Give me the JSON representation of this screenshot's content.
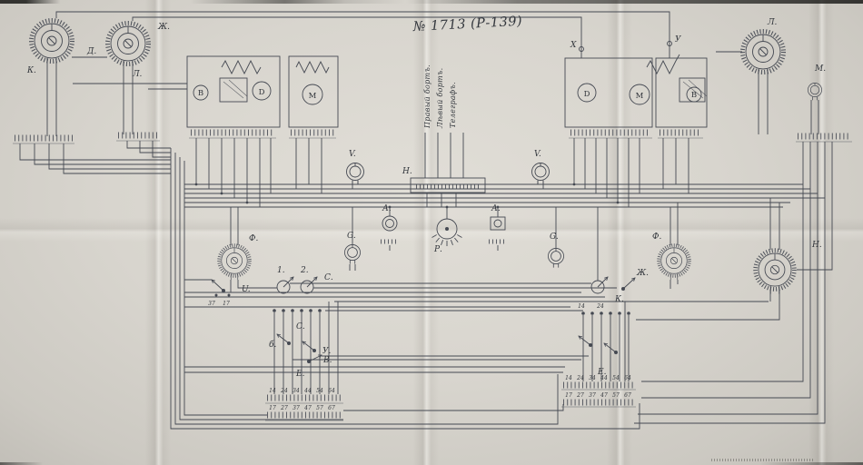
{
  "title": "№ 1713 (Р-139)",
  "notes": {
    "right_board": "Правый бортъ.",
    "left_board": "Лѣвый бортъ.",
    "telegraph": "Телеграфъ."
  },
  "labels": {
    "k1": "К.",
    "l1": "Л.",
    "d1": "Д.",
    "zh1": "Ж.",
    "b1": "В",
    "dd1": "D",
    "m1": "М",
    "x": "Х",
    "y": "У",
    "dd2": "D",
    "m2": "М",
    "b2": "В",
    "l2": "Л.",
    "mm": "М.",
    "v1": "V.",
    "v2": "V.",
    "h_box": "Н.",
    "h_dial": "Н.",
    "a1": "А.",
    "p": "Р.",
    "a2": "А.",
    "g1": "G.",
    "g2": "G.",
    "f1": "Ф.",
    "f2": "Ф.",
    "u": "U.",
    "c1": "С.",
    "c2": "С.",
    "sw1": "1.",
    "sw2": "2.",
    "b_sw": "б.",
    "y_sw": "У.",
    "v_sw": "В.",
    "e1": "Е.",
    "e2": "Е.",
    "zh2": "Ж.",
    "k2": "К."
  },
  "contact_numbers": {
    "left_pair": [
      "37",
      "17"
    ],
    "right_pair": [
      "14",
      "24"
    ]
  },
  "terminal_blocks": {
    "left": {
      "row1": [
        "14",
        "24",
        "34",
        "44",
        "54",
        "64"
      ],
      "row2": [
        "17",
        "27",
        "37",
        "47",
        "57",
        "67"
      ]
    },
    "right": {
      "row1": [
        "14",
        "24",
        "34",
        "44",
        "54",
        "64"
      ],
      "row2": [
        "17",
        "27",
        "37",
        "47",
        "57",
        "67"
      ]
    }
  }
}
